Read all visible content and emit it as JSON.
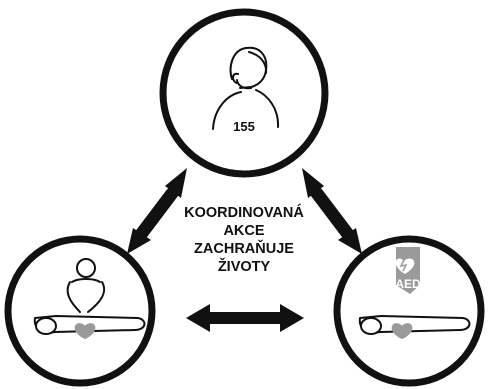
{
  "dispatcher": {
    "phone_number": "155"
  },
  "caption": {
    "lines": [
      "KOORDINOVANÁ",
      "AKCE",
      "ZACHRAŇUJE",
      "ŽIVOTY"
    ]
  },
  "aed": {
    "label": "AED"
  },
  "colors": {
    "stroke": "#111111",
    "heart_fill": "#9a9a9a",
    "aed_fill": "#9a9a9a",
    "background": "#ffffff"
  }
}
